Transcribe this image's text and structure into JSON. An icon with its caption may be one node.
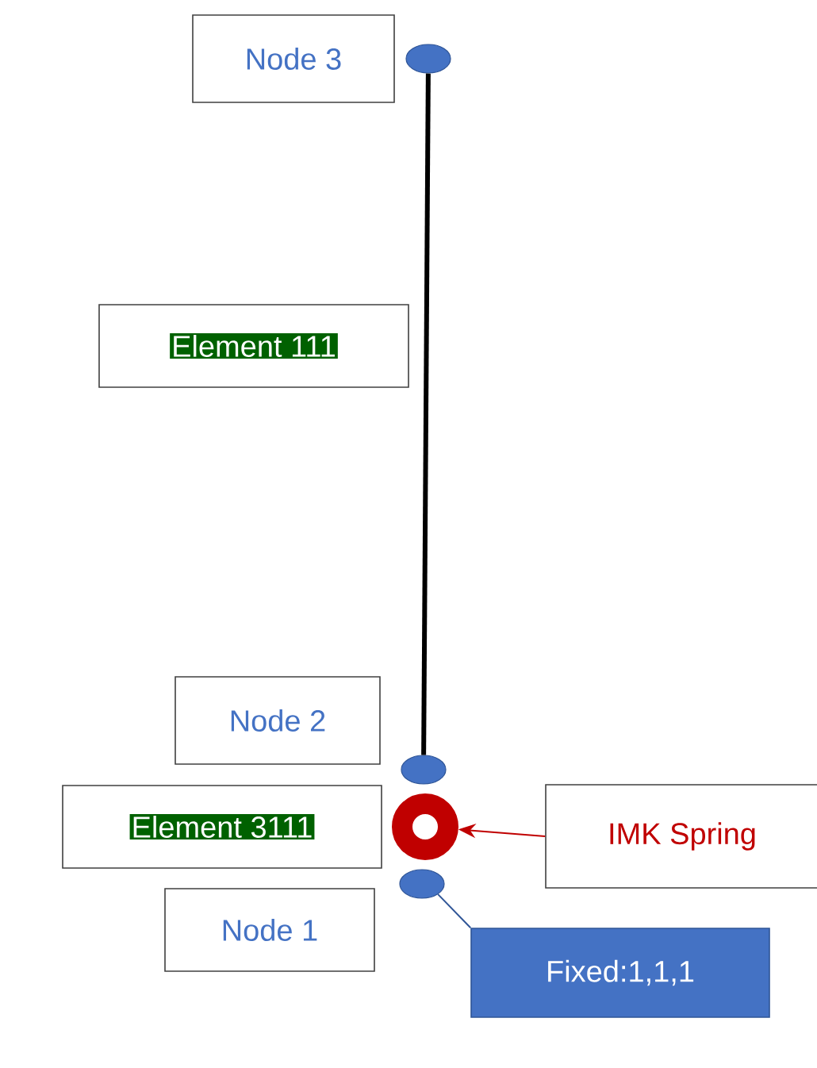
{
  "diagram": {
    "nodes": [
      {
        "text": [
          "Node 3"
        ]
      },
      {
        "text": [
          "Element 111"
        ]
      },
      {
        "text": [
          "Node 2"
        ]
      },
      {
        "text": [
          "Element 3111"
        ]
      },
      {
        "text": [
          "IMK Spring"
        ]
      },
      {
        "text": [
          "Node 1"
        ]
      },
      {
        "text": [
          "Fixed:1,1,1"
        ]
      },
      {
        "text": [],
        "shape": "ellipse"
      },
      {
        "text": [],
        "shape": "ellipse"
      },
      {
        "text": [],
        "shape": "ring"
      },
      {
        "text": [],
        "shape": "ellipse"
      }
    ],
    "edges": [
      {
        "from": 7,
        "to": 8,
        "arrow": "none",
        "style": "thick"
      },
      {
        "from": 4,
        "to": 9,
        "arrow": "to",
        "color": "#c00000"
      },
      {
        "from": 10,
        "to": 6,
        "arrow": "none",
        "color": "#2f5597"
      }
    ]
  }
}
